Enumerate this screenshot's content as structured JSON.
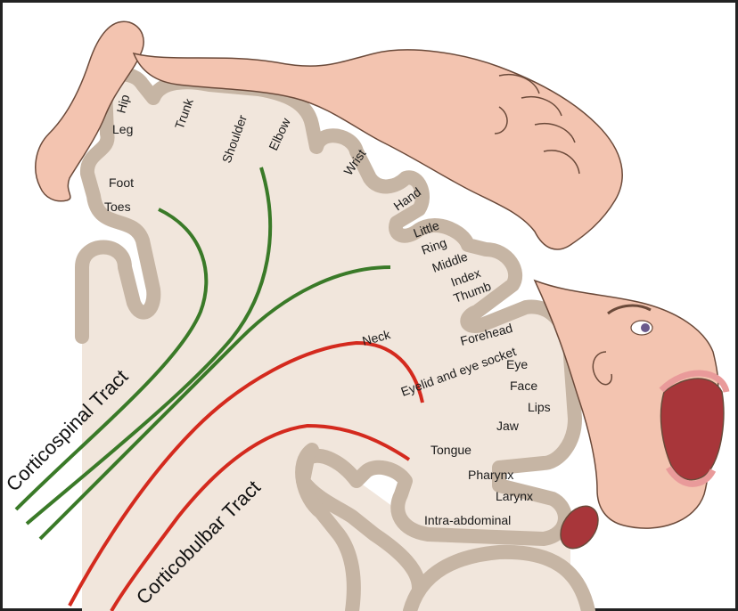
{
  "colors": {
    "cortex_fill": "#f1e6dc",
    "cortex_border": "#c6b5a4",
    "corticospinal_tract": "#3a7a28",
    "corticobulbar_tract": "#d42a1e",
    "homunculus_skin": "#f3c4b0",
    "homunculus_outline": "#6b4a3a",
    "mouth_interior": "#a8363a"
  },
  "tracts": {
    "corticospinal": "Corticospinal Tract",
    "corticobulbar": "Corticobulbar Tract"
  },
  "body_parts": {
    "hip": "Hip",
    "leg": "Leg",
    "trunk": "Trunk",
    "shoulder": "Shoulder",
    "elbow": "Elbow",
    "wrist": "Wrist",
    "hand": "Hand",
    "foot": "Foot",
    "toes": "Toes",
    "little": "Little",
    "ring": "Ring",
    "middle": "Middle",
    "index": "Index",
    "thumb": "Thumb",
    "neck": "Neck",
    "forehead": "Forehead",
    "eyelid": "Eyelid and eye socket",
    "eye": "Eye",
    "face": "Face",
    "lips": "Lips",
    "jaw": "Jaw",
    "tongue": "Tongue",
    "pharynx": "Pharynx",
    "larynx": "Larynx",
    "intra_abdominal": "Intra-abdominal"
  }
}
